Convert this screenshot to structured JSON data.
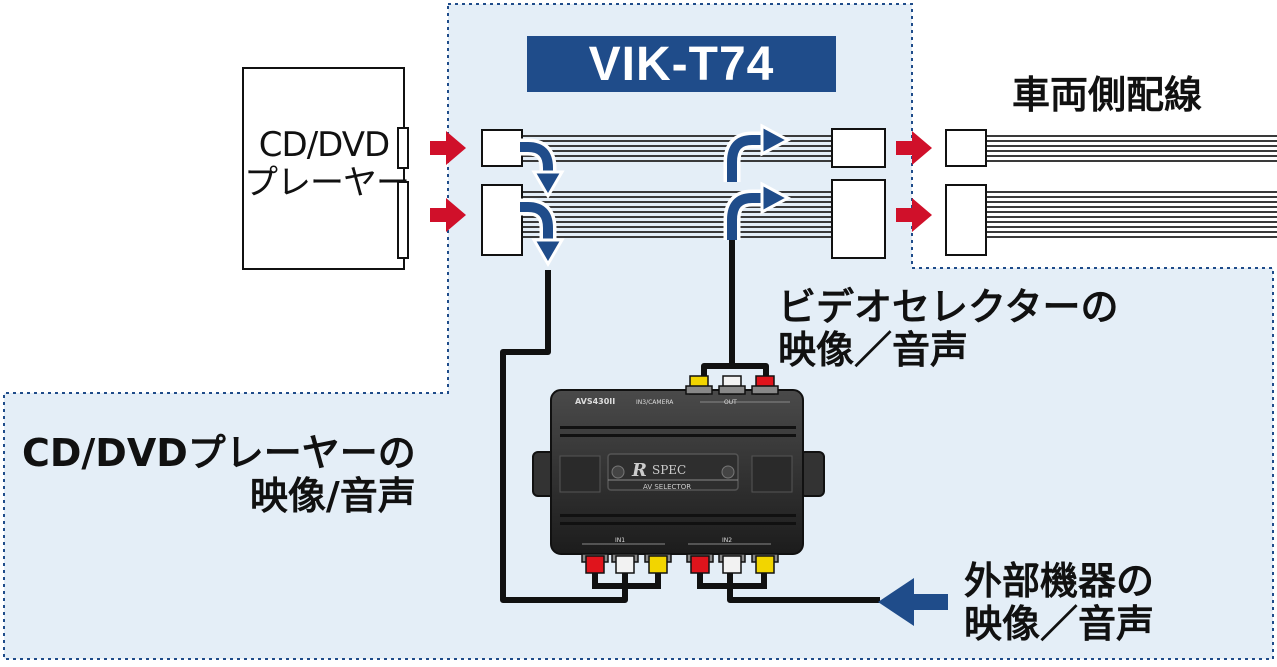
{
  "model_name": "VIK-T74",
  "labels": {
    "player_line1": "CD/DVD",
    "player_line2": "プレーヤー",
    "vehicle_wiring": "車両側配線",
    "selector_av_line1": "ビデオセレクターの",
    "selector_av_line2": "映像／音声",
    "dvd_av_line1": "CD/DVDプレーヤーの",
    "dvd_av_line2": "映像/音声",
    "external_av_line1": "外部機器の",
    "external_av_line2": "映像／音声"
  },
  "selector_device": {
    "model": "AVS430II",
    "port_label_top_left": "IN3/CAMERA",
    "port_label_top_right": "OUT",
    "brand_r": "R",
    "brand_spec": "SPEC",
    "brand_sub": "AV SELECTOR",
    "port_label_in1": "IN1",
    "port_label_in2": "IN2"
  },
  "colors": {
    "badge_bg": "#1f4c8a",
    "arrow_red": "#d0102a",
    "arrow_blue": "#1f4c8a",
    "panel_fill": "#e4eef7",
    "panel_border": "#1f4c8a",
    "rca_yellow": "#f2d500",
    "rca_white": "#f2f2f2",
    "rca_red": "#e0141c"
  }
}
